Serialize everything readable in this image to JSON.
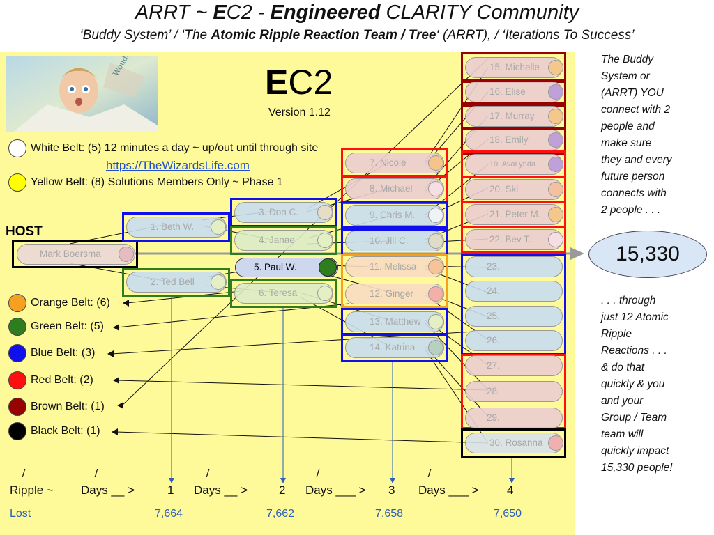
{
  "header": {
    "title_pre": "ARRT ~ ",
    "title_e": "E",
    "title_c2": "C2 - ",
    "title_bold": "Engineered",
    "title_post": " CLARITY Community",
    "sub_pre": "‘Buddy System’ / ‘The ",
    "sub_bold": "Atomic Ripple Reaction Team / Tree",
    "sub_post": "‘ (ARRT), / ‘Iterations To Success’"
  },
  "brand": {
    "e": "E",
    "c2": "C2",
    "version": "Version 1.12"
  },
  "belts": {
    "white": "White Belt: (5) 12 minutes a day ~ up/out until through site",
    "link": "https://TheWizardsLife.com",
    "yellow": "Yellow Belt: (8) Solutions Members Only ~ Phase 1",
    "orange": "Orange Belt: (6)",
    "green": "Green Belt: (5)",
    "blue": "Blue Belt: (3)",
    "red": "Red Belt: (2)",
    "brown": "Brown Belt: (1)",
    "black": "Black Belt: (1)"
  },
  "colors": {
    "white": "#ffffff",
    "yellow": "#ffff00",
    "orange": "#f5a020",
    "green": "#2e7d1e",
    "blue": "#1010ee",
    "red": "#ff1010",
    "brown": "#990000",
    "black": "#000000",
    "panel": "#fffa99"
  },
  "host": {
    "label": "HOST",
    "name": "Mark Boersma"
  },
  "nodes": {
    "n1": "1. Beth W.",
    "n2": "2. Ted Bell",
    "n3": "3. Don C.",
    "n4": "4. Janae",
    "n5": "5. Paul W.",
    "n6": "6. Teresa",
    "n7": "7. Nicole",
    "n8": "8. Michael",
    "n9": "9. Chris M.",
    "n10": "10. Jill C.",
    "n11": "11. Melissa",
    "n12": "12. Ginger",
    "n13": "13. Matthew",
    "n14": "14. Katrina",
    "n15": "15. Michelle",
    "n16": "16. Elise",
    "n17": "17. Murray",
    "n18": "18. Emily",
    "n19": "19. AvaLynda",
    "n20": "20. Ski",
    "n21": "21. Peter M.",
    "n22": "22. Bev T.",
    "n23": "23.",
    "n24": "24.",
    "n25": "25.",
    "n26": "26.",
    "n27": "27.",
    "n28": "28.",
    "n29": "29.",
    "n30": "30. Rosanna"
  },
  "total": "15,330",
  "side_top": [
    "The Buddy",
    "System or",
    "(ARRT) YOU",
    "connect with 2",
    "people and",
    "make sure",
    "they and every",
    "future person",
    "connects with",
    "2 people . . ."
  ],
  "side_bottom": [
    ". . . through",
    "just 12 Atomic",
    "Ripple",
    "Reactions . . .",
    "& do that",
    "quickly & you",
    "and your",
    "Group / Team",
    "team will",
    "quickly impact",
    "15,330 people!"
  ],
  "bottom_row": {
    "slash": "/",
    "ripple": "Ripple ~",
    "days1": "Days __ >",
    "num1": "1",
    "days2": "Days __ >",
    "num2": "2",
    "days3": "Days ___ >",
    "num3": "3",
    "days4": "Days ___ >",
    "num4": "4",
    "lost_label": "Lost",
    "lost1": "7,664",
    "lost2": "7,662",
    "lost3": "7,658",
    "lost4": "7,650"
  }
}
